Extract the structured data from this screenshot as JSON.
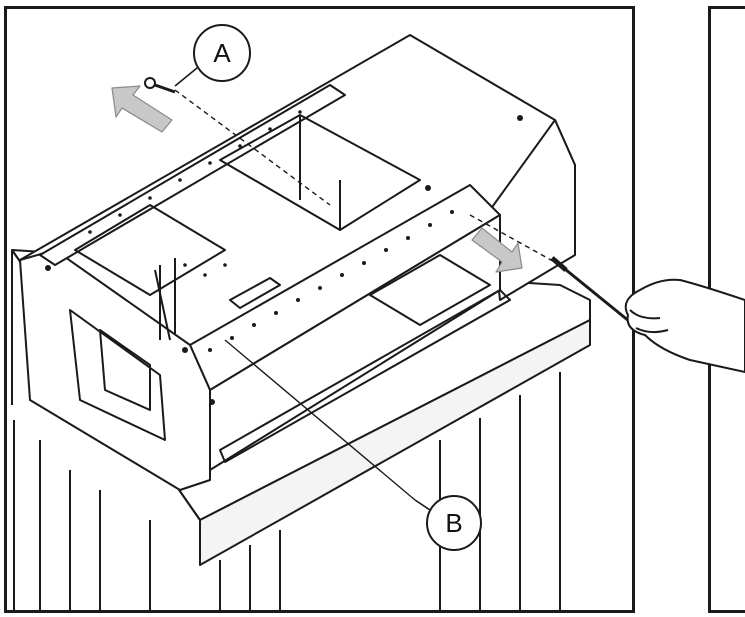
{
  "figure": {
    "callouts": [
      {
        "id": "A",
        "label": "A"
      },
      {
        "id": "B",
        "label": "B"
      }
    ],
    "colors": {
      "line": "#1a1a1a",
      "arrow_fill": "#c8c8c8",
      "panel_bg": "#ffffff"
    },
    "icons": [
      "screw-icon",
      "screwdriver-icon",
      "hand-icon",
      "removal-arrow-icon"
    ]
  }
}
